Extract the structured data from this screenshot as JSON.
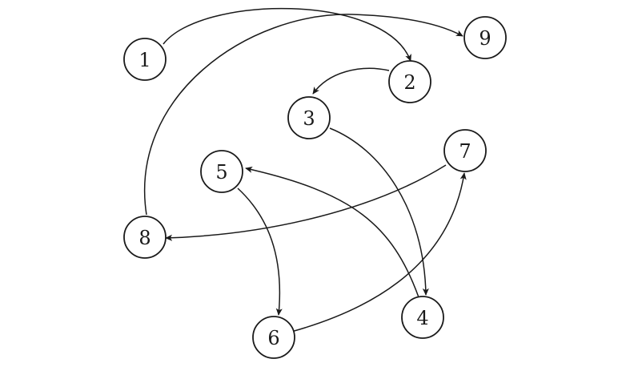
{
  "diagram": {
    "type": "directed-graph",
    "nodes": [
      {
        "id": "1",
        "label": "1"
      },
      {
        "id": "2",
        "label": "2"
      },
      {
        "id": "3",
        "label": "3"
      },
      {
        "id": "4",
        "label": "4"
      },
      {
        "id": "5",
        "label": "5"
      },
      {
        "id": "6",
        "label": "6"
      },
      {
        "id": "7",
        "label": "7"
      },
      {
        "id": "8",
        "label": "8"
      },
      {
        "id": "9",
        "label": "9"
      }
    ],
    "edges": [
      {
        "from": "1",
        "to": "2"
      },
      {
        "from": "8",
        "to": "9"
      },
      {
        "from": "2",
        "to": "3"
      },
      {
        "from": "3",
        "to": "4"
      },
      {
        "from": "4",
        "to": "5"
      },
      {
        "from": "5",
        "to": "6"
      },
      {
        "from": "6",
        "to": "7"
      },
      {
        "from": "7",
        "to": "8"
      }
    ],
    "colors": {
      "stroke": "#1a1a1a",
      "fill": "#ffffff"
    }
  }
}
